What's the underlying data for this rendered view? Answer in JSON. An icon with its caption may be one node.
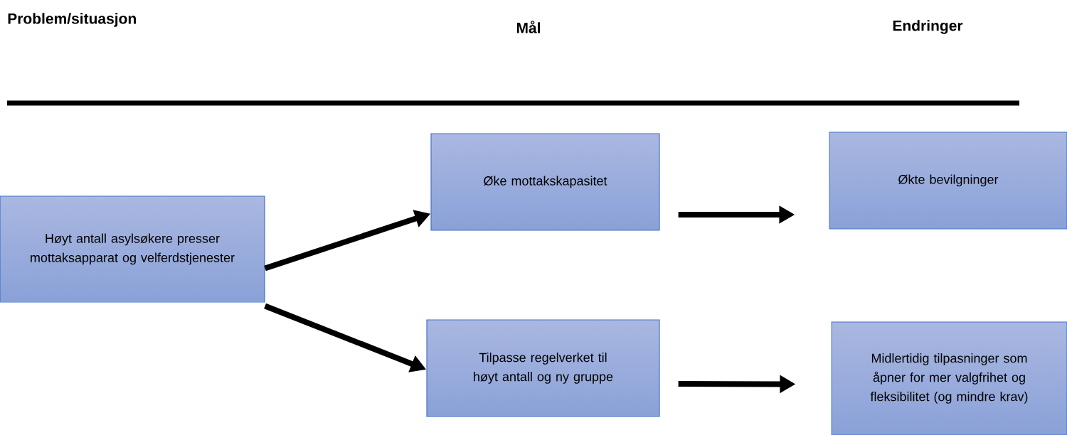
{
  "diagram": {
    "nodes": [
      {
        "text": [
          "Høyt antall asylsøkere presser mottaksapparat og velferdstjenester"
        ]
      },
      {
        "text": [
          "Øke mottakskapasitet"
        ]
      },
      {
        "text": [
          "Tilpasse regelverket til høyt antall og ny gruppe"
        ]
      },
      {
        "text": [
          "Økte bevilgninger"
        ]
      },
      {
        "text": [
          "Midlertidig tilpasninger som åpner for mer valgfrihet og fleksibilitet (og mindre krav)"
        ]
      }
    ],
    "edges": [
      {
        "from": 0,
        "to": 1,
        "arrow": "to"
      },
      {
        "from": 0,
        "to": 2,
        "arrow": "to"
      },
      {
        "from": 1,
        "to": 3,
        "arrow": "to"
      },
      {
        "from": 2,
        "to": 4,
        "arrow": "to"
      }
    ],
    "labels": [
      "Problem/situasjon",
      "Mål",
      "Endringer"
    ]
  }
}
